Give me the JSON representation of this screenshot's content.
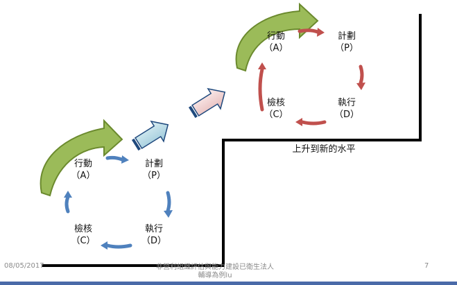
{
  "diagram": {
    "upper_cycle": {
      "action": {
        "name": "行動",
        "code": "（A）"
      },
      "plan": {
        "name": "計劃",
        "code": "（P）"
      },
      "do": {
        "name": "執行",
        "code": "（D）"
      },
      "check": {
        "name": "檢核",
        "code": "（C）"
      },
      "arrow_color": "#c0504d"
    },
    "lower_cycle": {
      "action": {
        "name": "行動",
        "code": "（A）"
      },
      "plan": {
        "name": "計劃",
        "code": "（P）"
      },
      "do": {
        "name": "執行",
        "code": "（D）"
      },
      "check": {
        "name": "檢核",
        "code": "（C）"
      },
      "arrow_color": "#4f81bd"
    },
    "level_caption": "上升到新的水平",
    "colors": {
      "loop_arrow": "#8db33c",
      "step_line": "#000000",
      "rise_arrow_lower": "#b7dde8",
      "rise_arrow_upper": "#f2dcdb"
    }
  },
  "footer": {
    "date": "08/05/2017",
    "org_line1": "非營利組織評估與能力建設已衛生法人",
    "org_line2": "輔導為例lu",
    "page_number": "7"
  }
}
